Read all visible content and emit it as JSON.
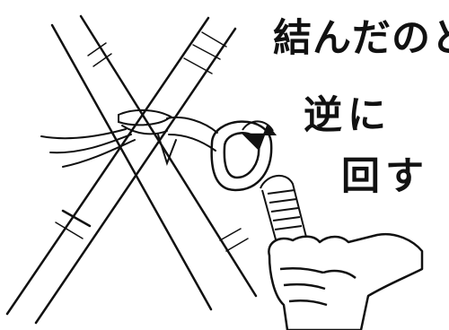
{
  "illustration": {
    "caption_lines": [
      "結んだのと",
      "逆に",
      "回す"
    ],
    "ink_color": "#111111",
    "paper_color": "#ffffff",
    "icons": [
      "bamboo-pole-icon",
      "rope-lashing-icon",
      "carabiner-icon",
      "hand-icon",
      "coiled-cord-icon",
      "rotation-arrow-icon"
    ]
  }
}
